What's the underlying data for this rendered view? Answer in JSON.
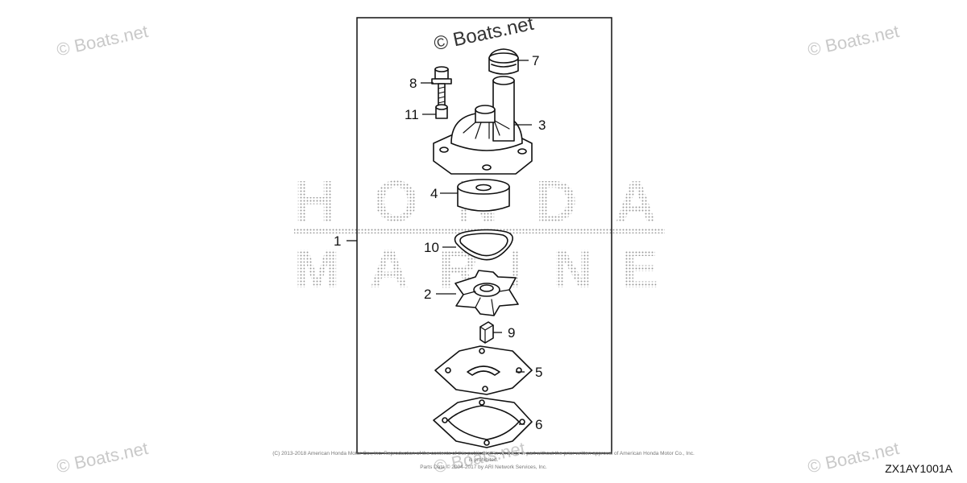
{
  "watermarks": {
    "top_left": "© Boats.net",
    "top_center": "© Boats.net",
    "top_right": "© Boats.net",
    "bottom_left": "© Boats.net",
    "bottom_center": "© Boats.net",
    "bottom_right": "© Boats.net"
  },
  "brand": {
    "line1": "HONDA",
    "line2": "MARINE"
  },
  "callouts": {
    "c1": "1",
    "c2": "2",
    "c3": "3",
    "c4": "4",
    "c5": "5",
    "c6": "6",
    "c7": "7",
    "c8": "8",
    "c9": "9",
    "c10": "10",
    "c11": "11"
  },
  "copyright_line1": "(C) 2013-2018 American Honda Motor Co., Inc. Reproduction of the contents of this publication in whole or in part without the prior written approval of American Honda Motor Co., Inc. is prohibited.",
  "copyright_line2": "Parts Data © 2004-2017 by ARI Network Services, Inc.",
  "diagram_code": "ZX1AY1001A",
  "colors": {
    "line": "#111111",
    "watermark": "#c9c9c9",
    "dots": "#9a9a9a"
  }
}
